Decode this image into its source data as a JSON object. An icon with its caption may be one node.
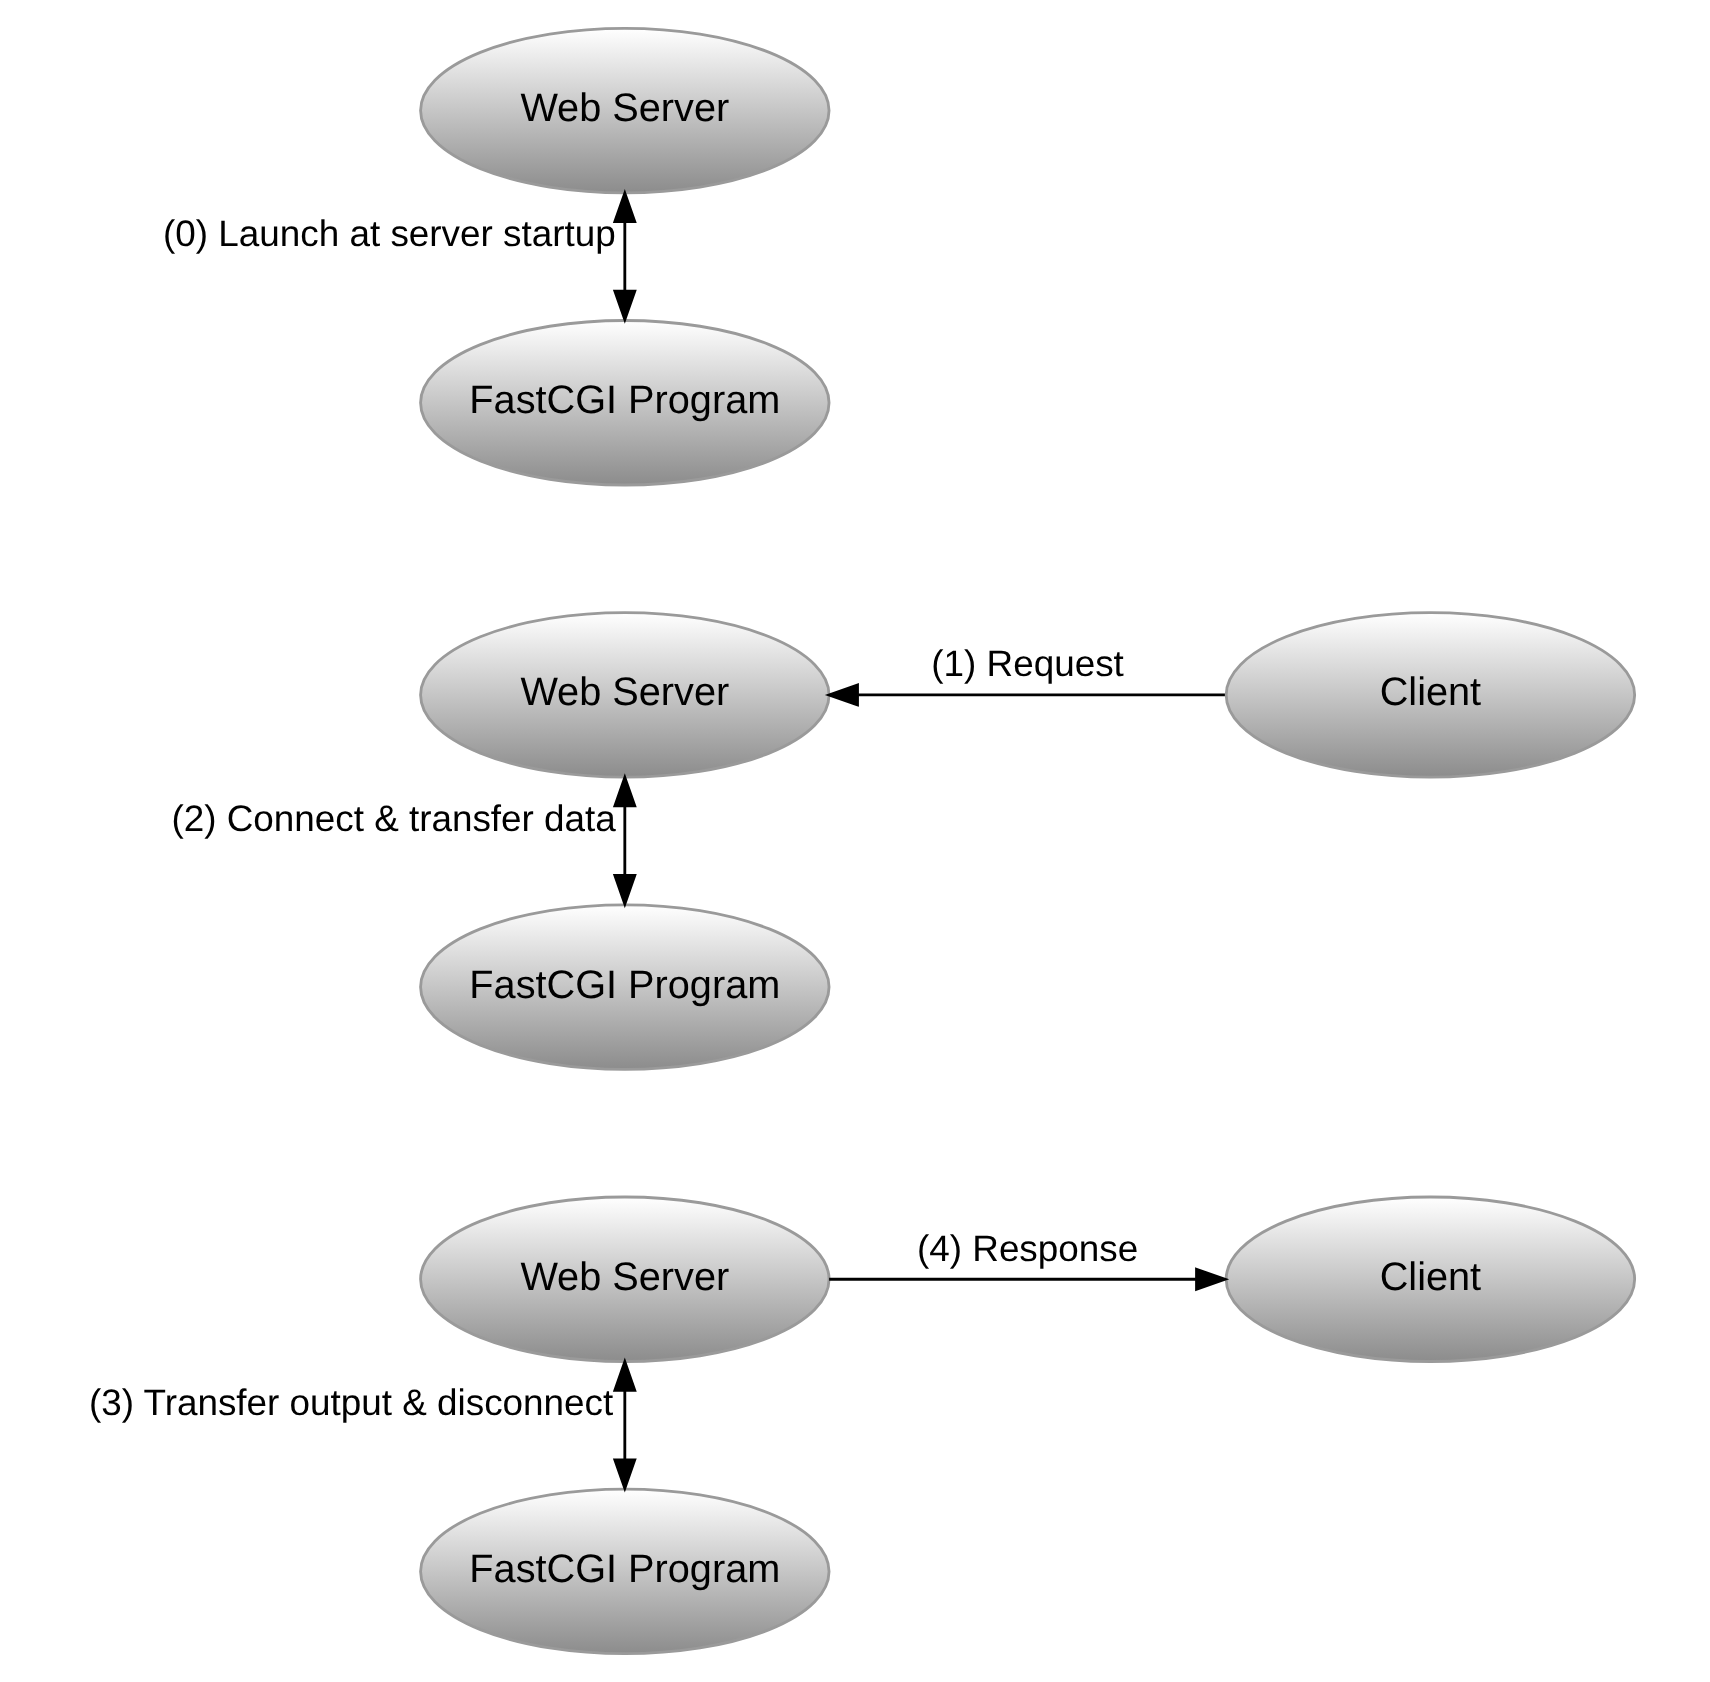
{
  "diagram": {
    "nodes": [
      {
        "text": [
          "Web Server"
        ]
      },
      {
        "text": [
          "FastCGI Program"
        ]
      },
      {
        "text": [
          "Client"
        ]
      },
      {
        "text": [
          "Web Server"
        ]
      },
      {
        "text": [
          "FastCGI Program"
        ]
      },
      {
        "text": [
          "Client"
        ]
      },
      {
        "text": [
          "Web Server"
        ]
      },
      {
        "text": [
          "FastCGI Program"
        ]
      }
    ],
    "edges": [
      {
        "from": 0,
        "to": 1,
        "arrow": "both",
        "label": "(0) Launch at server startup"
      },
      {
        "from": 2,
        "to": 3,
        "arrow": "to",
        "label": "(1) Request"
      },
      {
        "from": 3,
        "to": 4,
        "arrow": "both",
        "label": "(2) Connect & transfer data"
      },
      {
        "from": 6,
        "to": 5,
        "arrow": "to",
        "label": "(4) Response"
      },
      {
        "from": 6,
        "to": 7,
        "arrow": "both",
        "label": "(3) Transfer output & disconnect"
      }
    ]
  }
}
